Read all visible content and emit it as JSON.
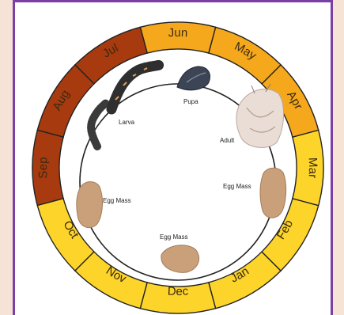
{
  "diagram": {
    "months": [
      {
        "label": "Jan",
        "color": "#fdd52a"
      },
      {
        "label": "Feb",
        "color": "#fdd52a"
      },
      {
        "label": "Mar",
        "color": "#fdd52a"
      },
      {
        "label": "Apr",
        "color": "#f6a81c"
      },
      {
        "label": "May",
        "color": "#f6a81c"
      },
      {
        "label": "Jun",
        "color": "#f6a81c"
      },
      {
        "label": "Jul",
        "color": "#a83a0f"
      },
      {
        "label": "Aug",
        "color": "#a83a0f"
      },
      {
        "label": "Sep",
        "color": "#a83a0f"
      },
      {
        "label": "Oct",
        "color": "#fdd52a"
      },
      {
        "label": "Nov",
        "color": "#fdd52a"
      },
      {
        "label": "Dec",
        "color": "#fdd52a"
      }
    ],
    "stages": {
      "larva": "Larva",
      "pupa": "Pupa",
      "adult": "Adult",
      "egg_mass_right": "Egg Mass",
      "egg_mass_bottom": "Egg Mass",
      "egg_mass_left": "Egg Mass"
    },
    "colors": {
      "frame": "#7a3fa6",
      "ring_outline": "#222222",
      "egg_mass": "#c9a07a",
      "larva": "#3a3a3a",
      "pupa": "#3c4556",
      "adult": "#e9ddd5"
    }
  }
}
